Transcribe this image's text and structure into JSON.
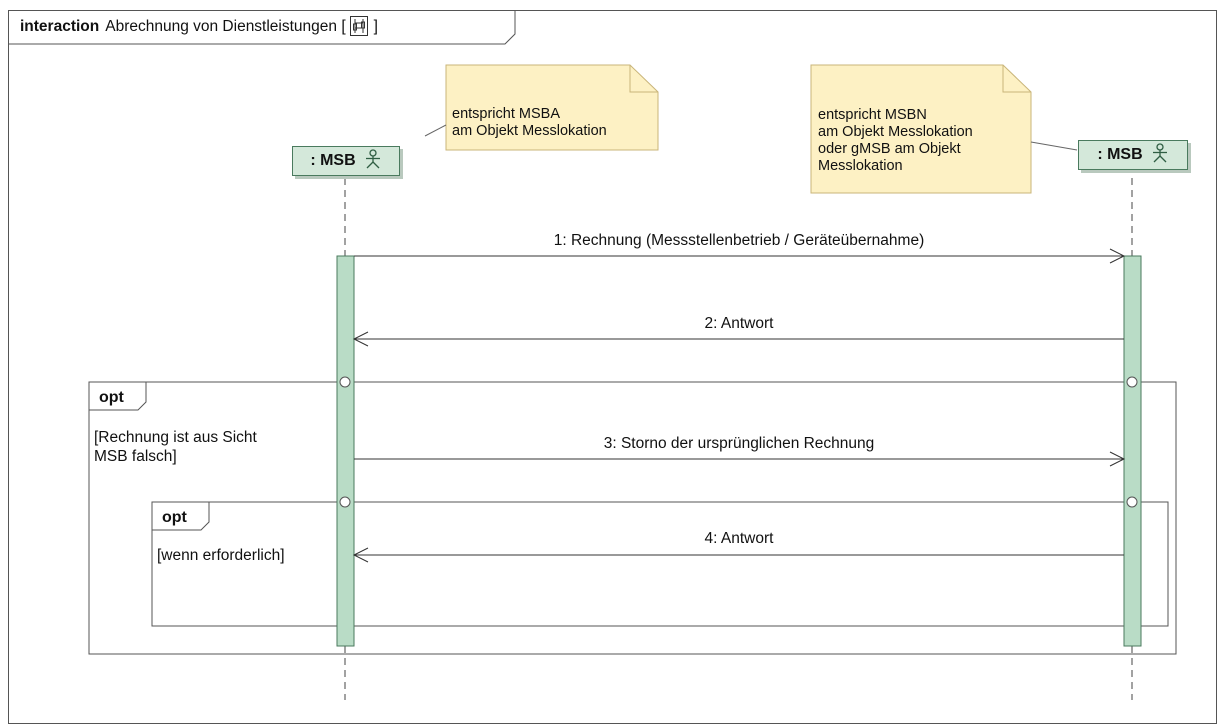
{
  "frame": {
    "keyword": "interaction",
    "name": "Abrechnung von Dienstleistungen [",
    "name_suffix": "]",
    "icon": "sequence-diagram-icon"
  },
  "lifelines": [
    {
      "label": ": MSB",
      "icon": "actor-icon"
    },
    {
      "label": ": MSB",
      "icon": "actor-icon"
    }
  ],
  "notes": [
    {
      "text": "entspricht MSBA\nam Objekt Messlokation"
    },
    {
      "text": "entspricht MSBN\nam Objekt Messlokation\noder gMSB am Objekt\nMesslokation"
    }
  ],
  "messages": [
    {
      "label": "1: Rechnung (Messstellenbetrieb / Geräteübernahme)",
      "from": 0,
      "to": 1
    },
    {
      "label": "2: Antwort",
      "from": 1,
      "to": 0
    },
    {
      "label": "3: Storno der ursprünglichen Rechnung",
      "from": 0,
      "to": 1
    },
    {
      "label": "4: Antwort",
      "from": 1,
      "to": 0
    }
  ],
  "fragments": [
    {
      "operator": "opt",
      "guard": "[Rechnung ist aus Sicht\nMSB falsch]"
    },
    {
      "operator": "opt",
      "guard": "[wenn erforderlich]"
    }
  ],
  "colors": {
    "activation_fill": "#b9dcc6",
    "lifeline_head_fill": "#d4e8da",
    "note_fill": "#fdf1c4"
  }
}
